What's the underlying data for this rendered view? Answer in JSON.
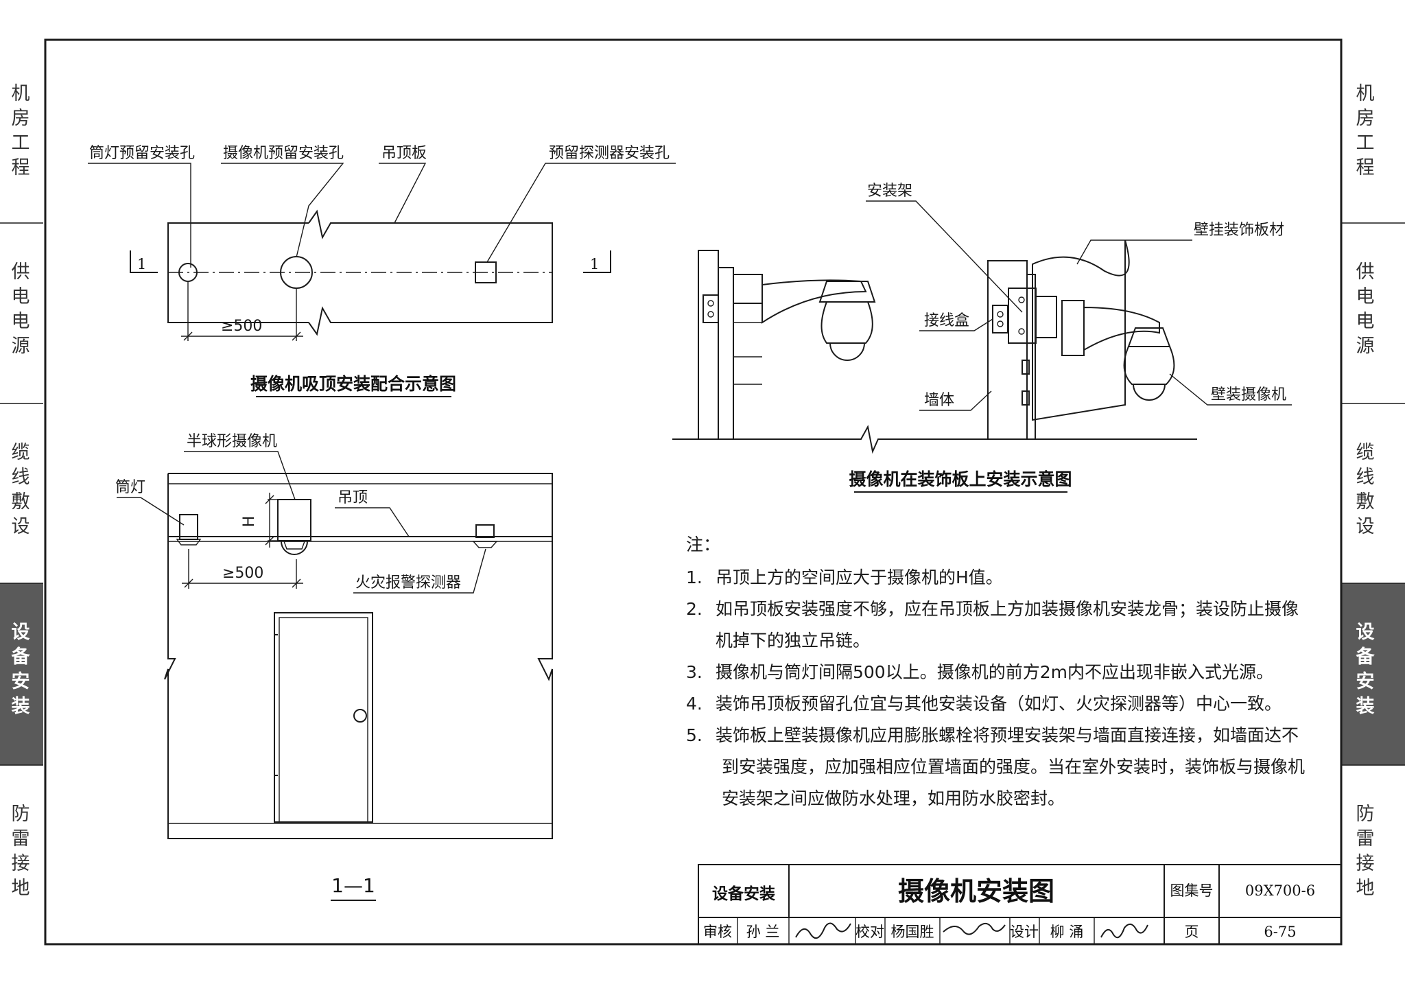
{
  "side_tabs": [
    {
      "label": "机房工程",
      "active": false
    },
    {
      "label": "供电电源",
      "active": false
    },
    {
      "label": "缆线敷设",
      "active": false
    },
    {
      "label": "设备安装",
      "active": true
    },
    {
      "label": "防雷接地",
      "active": false
    }
  ],
  "colors": {
    "tab_active_bg": "#5a5a5a",
    "line": "#1a1a1a"
  },
  "diagram_top": {
    "labels": {
      "downlight_hole": "筒灯预留安装孔",
      "camera_hole": "摄像机预留安装孔",
      "ceiling_board": "吊顶板",
      "detector_hole": "预留探测器安装孔"
    },
    "section_mark_left": "1",
    "section_mark_right": "1",
    "dimension": "≥500",
    "title": "摄像机吸顶安装配合示意图"
  },
  "diagram_section": {
    "labels": {
      "dome_camera": "半球形摄像机",
      "downlight": "筒灯",
      "ceiling": "吊顶",
      "fire_detector": "火灾报警探测器",
      "height": "H"
    },
    "dimension": "≥500",
    "title": "1—1"
  },
  "diagram_wall": {
    "labels": {
      "bracket": "安装架",
      "wall_panel": "壁挂装饰板材",
      "junction_box": "接线盒",
      "wall": "墙体",
      "wall_camera": "壁装摄像机"
    },
    "title": "摄像机在装饰板上安装示意图"
  },
  "notes": {
    "heading": "注：",
    "items": [
      {
        "num": "1.",
        "lines": [
          "吊顶上方的空间应大于摄像机的H值。"
        ]
      },
      {
        "num": "2.",
        "lines": [
          "如吊顶板安装强度不够，应在吊顶板上方加装摄像机安装龙骨；装设防止摄像",
          "机掉下的独立吊链。"
        ]
      },
      {
        "num": "3.",
        "lines": [
          "摄像机与筒灯间隔500以上。摄像机的前方2m内不应出现非嵌入式光源。"
        ]
      },
      {
        "num": "4.",
        "lines": [
          "装饰吊顶板预留孔位宜与其他安装设备（如灯、火灾探测器等）中心一致。"
        ]
      },
      {
        "num": "5.",
        "lines": [
          "装饰板上壁装摄像机应用膨胀螺栓将预埋安装架与墙面直接连接，如墙面达不",
          "到安装强度，应加强相应位置墙面的强度。当在室外安装时，装饰板与摄像机",
          "安装架之间应做防水处理，如用防水胶密封。"
        ]
      }
    ]
  },
  "title_block": {
    "category": "设备安装",
    "drawing_title": "摄像机安装图",
    "atlas_label": "图集号",
    "atlas_no": "09X700-6",
    "review_label": "审核",
    "reviewer": "孙 兰",
    "check_label": "校对",
    "checker": "杨国胜",
    "design_label": "设计",
    "designer": "柳 涌",
    "page_label": "页",
    "page_no": "6-75"
  }
}
